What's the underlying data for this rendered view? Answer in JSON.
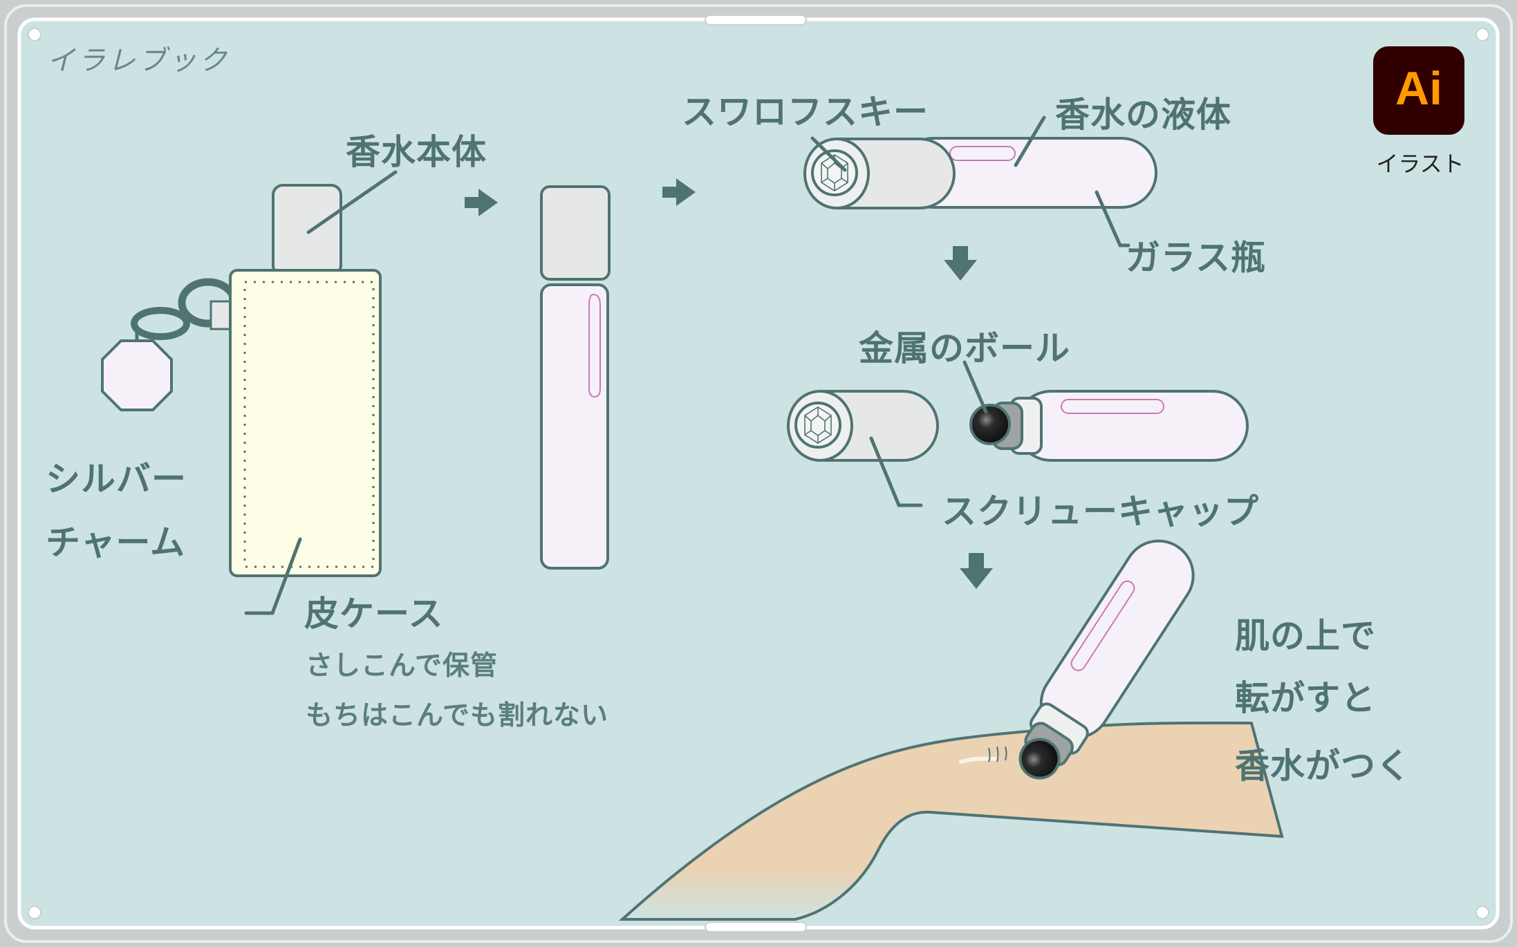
{
  "brand": "イラレブック",
  "badge": {
    "logo": "Ai",
    "caption": "イラスト"
  },
  "labels": {
    "perfume_body": "香水本体",
    "silver_charm_1": "シルバー",
    "silver_charm_2": "チャーム",
    "leather_case": "皮ケース",
    "note_1": "さしこんで保管",
    "note_2": "もちはこんでも割れない",
    "swarovski": "スワロフスキー",
    "perfume_liquid": "香水の液体",
    "glass_bottle": "ガラス瓶",
    "metal_ball": "金属のボール",
    "screw_cap": "スクリューキャップ",
    "skin_1": "肌の上で",
    "skin_2": "転がすと",
    "skin_3": "香水がつく"
  },
  "colors": {
    "background": "#cde3e3",
    "outline": "#4f7372",
    "case_fill": "#fefee6",
    "bottle_fill": "#f6f1f8",
    "cap_fill": "#e6e8e7",
    "liquid_accent": "#c978b8",
    "skin": "#ead2b3",
    "ball": "#2b2b2b"
  }
}
